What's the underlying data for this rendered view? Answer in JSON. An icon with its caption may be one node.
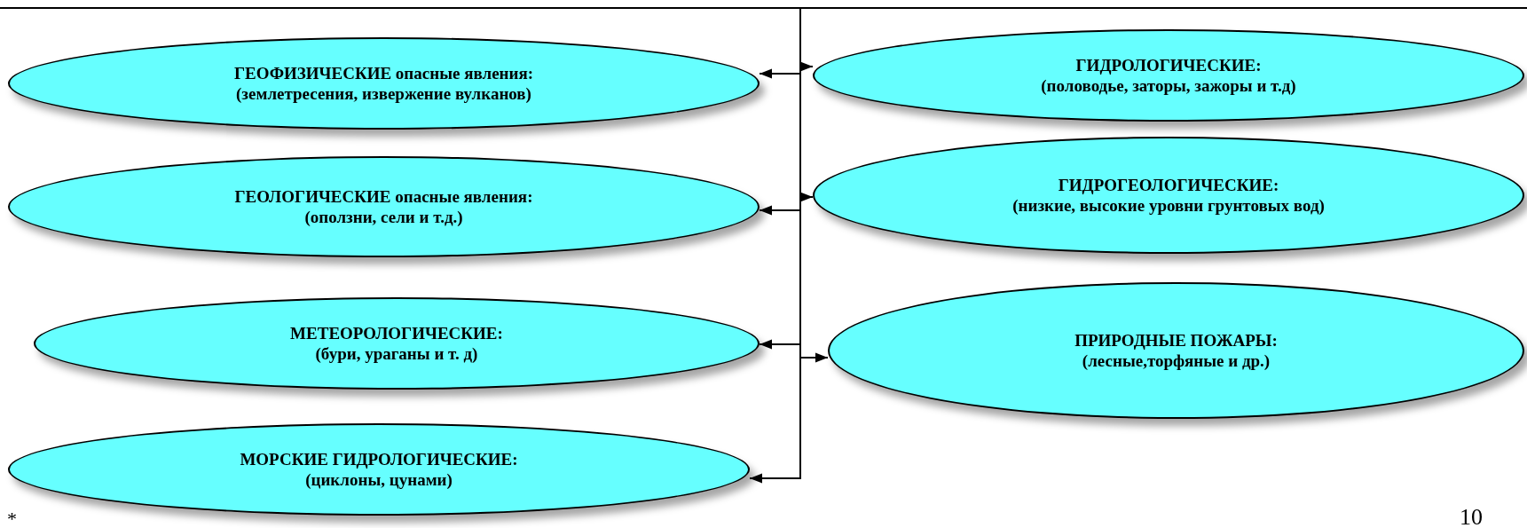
{
  "diagram": {
    "nodes": [
      {
        "text": [],
        "shape": "bar"
      },
      {
        "text": [
          "ГЕОФИЗИЧЕСКИЕ опасные явления:",
          "(землетресения, извержение вулканов)"
        ]
      },
      {
        "text": [
          "ГИДРОЛОГИЧЕСКИЕ:",
          "(половодье, заторы, зажоры и т.д)"
        ]
      },
      {
        "text": [
          "ГЕОЛОГИЧЕСКИЕ опасные явления:",
          "(оползни, сели и т.д.)"
        ]
      },
      {
        "text": [
          "ГИДРОГЕОЛОГИЧЕСКИЕ:",
          "(низкие, высокие уровни грунтовых вод)"
        ]
      },
      {
        "text": [
          "МЕТЕОРОЛОГИЧЕСКИЕ:",
          "(бури, ураганы и т. д)"
        ]
      },
      {
        "text": [
          "ПРИРОДНЫЕ ПОЖАРЫ:",
          "(лесные,торфяные и др.)"
        ]
      },
      {
        "text": [
          "МОРСКИЕ ГИДРОЛОГИЧЕСКИЕ:",
          "(циклоны, цунами)"
        ]
      }
    ],
    "edges": [
      {
        "from": 0,
        "to": 1,
        "arrow": "to"
      },
      {
        "from": 0,
        "to": 2,
        "arrow": "to"
      },
      {
        "from": 0,
        "to": 3,
        "arrow": "to"
      },
      {
        "from": 0,
        "to": 4,
        "arrow": "to"
      },
      {
        "from": 0,
        "to": 5,
        "arrow": "to"
      },
      {
        "from": 0,
        "to": 6,
        "arrow": "to"
      },
      {
        "from": 0,
        "to": 7,
        "arrow": "to"
      }
    ],
    "labels": [
      "*",
      "10"
    ]
  }
}
